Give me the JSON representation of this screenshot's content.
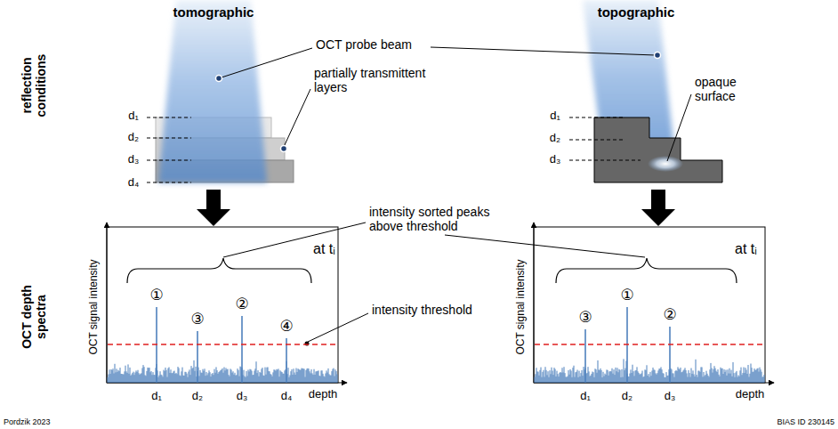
{
  "diagram": {
    "labels": [
      "reflection conditions",
      "OCT depth spectra",
      "tomographic",
      "topographic",
      "OCT probe beam",
      "partially transmittent layers",
      "opaque surface",
      "intensity sorted peaks above threshold",
      "intensity threshold",
      "d₁",
      "d₂",
      "d₃",
      "d₄",
      "d₁",
      "d₂",
      "d₃",
      "OCT signal intensity",
      "depth",
      "at tᵢ",
      "①",
      "③",
      "②",
      "④",
      "d₁",
      "d₂",
      "d₃",
      "d₄",
      "OCT signal intensity",
      "depth",
      "at tᵢ",
      "③",
      "①",
      "②",
      "d₁",
      "d₂",
      "d₃",
      "Pordzik 2023",
      "BIAS ID 230145"
    ]
  }
}
